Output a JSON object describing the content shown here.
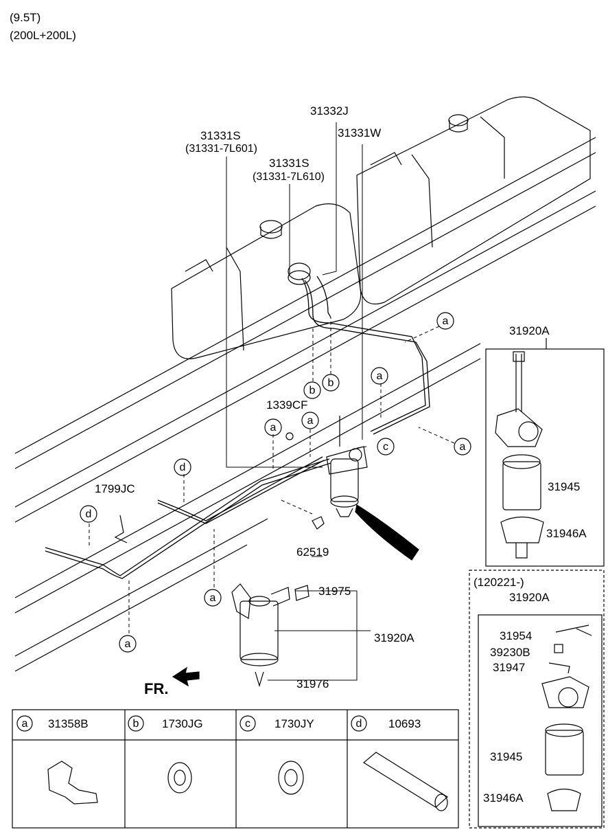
{
  "header": {
    "line1": "(9.5T)",
    "line2": "(200L+200L)"
  },
  "main_labels": {
    "p31332J": "31332J",
    "p31331W": "31331W",
    "p31331S_a": "31331S",
    "p31331S_a_sub": "(31331-7L601)",
    "p31331S_b": "31331S",
    "p31331S_b_sub": "(31331-7L610)",
    "p1339CF": "1339CF",
    "p1799JC": "1799JC",
    "p62519": "62519",
    "p31975": "31975",
    "p31920A_main": "31920A",
    "p31976": "31976",
    "fr": "FR."
  },
  "callouts": {
    "a": "a",
    "b": "b",
    "c": "c",
    "d": "d"
  },
  "inset_upper": {
    "title": "31920A",
    "parts": [
      "31945",
      "31946A"
    ]
  },
  "inset_lower": {
    "date": "(120221-)",
    "title": "31920A",
    "parts": [
      "31954",
      "39230B",
      "31947",
      "31945",
      "31946A"
    ]
  },
  "legend": [
    {
      "key": "a",
      "part": "31358B"
    },
    {
      "key": "b",
      "part": "1730JG"
    },
    {
      "key": "c",
      "part": "1730JY"
    },
    {
      "key": "d",
      "part": "10693"
    }
  ]
}
